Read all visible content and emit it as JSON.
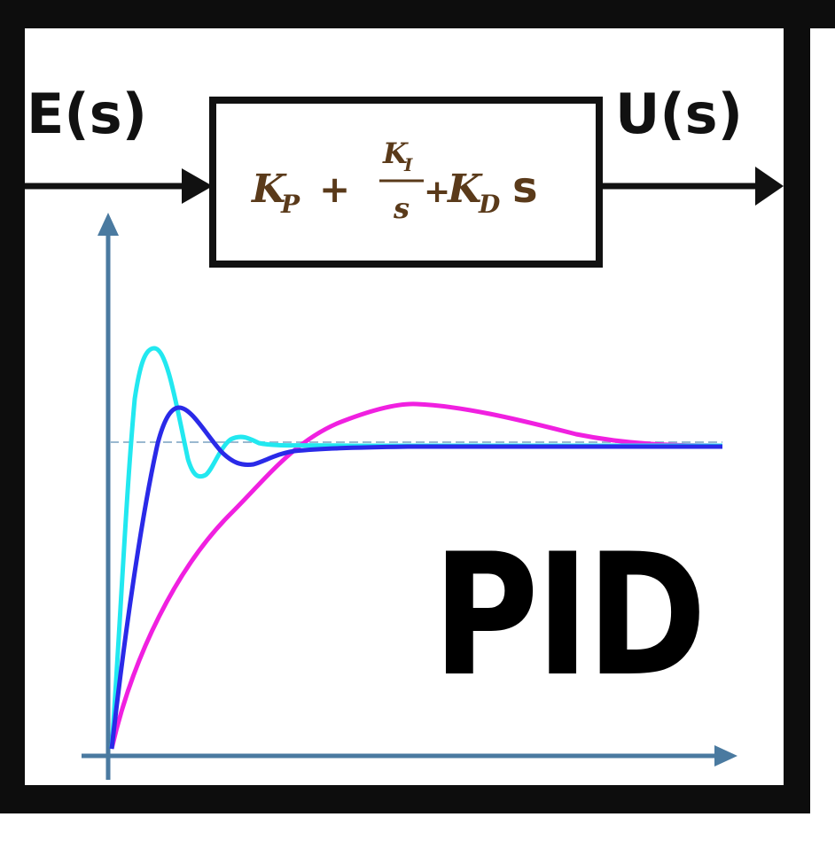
{
  "diagram": {
    "input_label": "E(s)",
    "output_label": "U(s)",
    "transfer_function": {
      "kp_main": "K",
      "kp_sub": "P",
      "plus1": "+",
      "ki_main": "K",
      "ki_sub": "I",
      "ki_den": "s",
      "plus2": "+",
      "kd_main": "K",
      "kd_sub": "D",
      "kd_s": "s"
    }
  },
  "title": "PID",
  "colors": {
    "frame": "#0d0d0d",
    "block_border": "#111111",
    "block_fill": "#ffffff",
    "math_text": "#5a3a1a",
    "axis": "#4a7aa0",
    "reference_line": "#9ab8d0",
    "curve_fast_oscillating": "#22e8f0",
    "curve_moderate": "#2a2ae8",
    "curve_slow_overshoot": "#f020e0"
  },
  "response_plot": {
    "axes_arrows": true,
    "reference_line": "dashed",
    "series": [
      {
        "color_key": "curve_fast_oscillating",
        "behavior": "fast rise, large overshoot, oscillation"
      },
      {
        "color_key": "curve_moderate",
        "behavior": "moderate rise, small overshoot"
      },
      {
        "color_key": "curve_slow_overshoot",
        "behavior": "slow rise, broad overshoot"
      }
    ]
  }
}
